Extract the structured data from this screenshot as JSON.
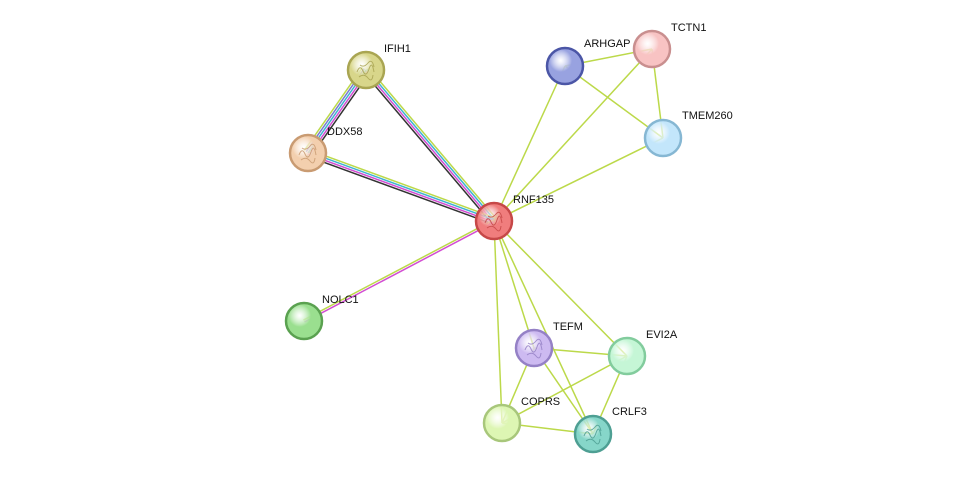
{
  "network": {
    "nodes": [
      {
        "id": "RNF135",
        "label": "RNF135",
        "color": "#f07d7d",
        "stroke": "#c64848",
        "structure": true
      },
      {
        "id": "IFIH1",
        "label": "IFIH1",
        "color": "#d8d68a",
        "stroke": "#a9a552",
        "structure": true
      },
      {
        "id": "DDX58",
        "label": "DDX58",
        "color": "#f3cfae",
        "stroke": "#c99b72",
        "structure": true
      },
      {
        "id": "ARHGAP",
        "label": "ARHGAP",
        "color": "#98a2e0",
        "stroke": "#4b56a6",
        "structure": false
      },
      {
        "id": "TCTN1",
        "label": "TCTN1",
        "color": "#f8c3c3",
        "stroke": "#c98f8f",
        "structure": false
      },
      {
        "id": "TMEM260",
        "label": "TMEM260",
        "color": "#c3e6fb",
        "stroke": "#86b7d3",
        "structure": false
      },
      {
        "id": "NOLC1",
        "label": "NOLC1",
        "color": "#9adf8f",
        "stroke": "#5aa150",
        "structure": false
      },
      {
        "id": "TEFM",
        "label": "TEFM",
        "color": "#cdbaf1",
        "stroke": "#9581c6",
        "structure": true
      },
      {
        "id": "EVI2A",
        "label": "EVI2A",
        "color": "#c5f6d6",
        "stroke": "#82cc9d",
        "structure": false
      },
      {
        "id": "COPRS",
        "label": "COPRS",
        "color": "#ddf6b3",
        "stroke": "#a8c77b",
        "structure": false
      },
      {
        "id": "CRLF3",
        "label": "CRLF3",
        "color": "#86d6c9",
        "stroke": "#4e9f93",
        "structure": true
      }
    ],
    "edges": [
      {
        "source": "RNF135",
        "target": "IFIH1",
        "colors": [
          "#333333",
          "#d24dd2",
          "#3fb3d0",
          "#bcd94a"
        ]
      },
      {
        "source": "RNF135",
        "target": "DDX58",
        "colors": [
          "#333333",
          "#d24dd2",
          "#3fb3d0",
          "#bcd94a"
        ]
      },
      {
        "source": "IFIH1",
        "target": "DDX58",
        "colors": [
          "#333333",
          "#d24dd2",
          "#3fb3d0",
          "#7a7ad0",
          "#bcd94a"
        ]
      },
      {
        "source": "RNF135",
        "target": "NOLC1",
        "colors": [
          "#d24dd2",
          "#bcd94a"
        ]
      },
      {
        "source": "RNF135",
        "target": "ARHGAP",
        "colors": [
          "#bcd94a"
        ]
      },
      {
        "source": "RNF135",
        "target": "TCTN1",
        "colors": [
          "#bcd94a"
        ]
      },
      {
        "source": "RNF135",
        "target": "TMEM260",
        "colors": [
          "#bcd94a"
        ]
      },
      {
        "source": "ARHGAP",
        "target": "TCTN1",
        "colors": [
          "#bcd94a"
        ]
      },
      {
        "source": "ARHGAP",
        "target": "TMEM260",
        "colors": [
          "#bcd94a"
        ]
      },
      {
        "source": "TCTN1",
        "target": "TMEM260",
        "colors": [
          "#bcd94a"
        ]
      },
      {
        "source": "RNF135",
        "target": "TEFM",
        "colors": [
          "#bcd94a"
        ]
      },
      {
        "source": "RNF135",
        "target": "EVI2A",
        "colors": [
          "#bcd94a"
        ]
      },
      {
        "source": "RNF135",
        "target": "COPRS",
        "colors": [
          "#bcd94a"
        ]
      },
      {
        "source": "RNF135",
        "target": "CRLF3",
        "colors": [
          "#bcd94a"
        ]
      },
      {
        "source": "TEFM",
        "target": "EVI2A",
        "colors": [
          "#bcd94a"
        ]
      },
      {
        "source": "TEFM",
        "target": "COPRS",
        "colors": [
          "#bcd94a"
        ]
      },
      {
        "source": "TEFM",
        "target": "CRLF3",
        "colors": [
          "#bcd94a"
        ]
      },
      {
        "source": "EVI2A",
        "target": "COPRS",
        "colors": [
          "#bcd94a"
        ]
      },
      {
        "source": "EVI2A",
        "target": "CRLF3",
        "colors": [
          "#bcd94a"
        ]
      },
      {
        "source": "COPRS",
        "target": "CRLF3",
        "colors": [
          "#bcd94a"
        ]
      }
    ]
  }
}
